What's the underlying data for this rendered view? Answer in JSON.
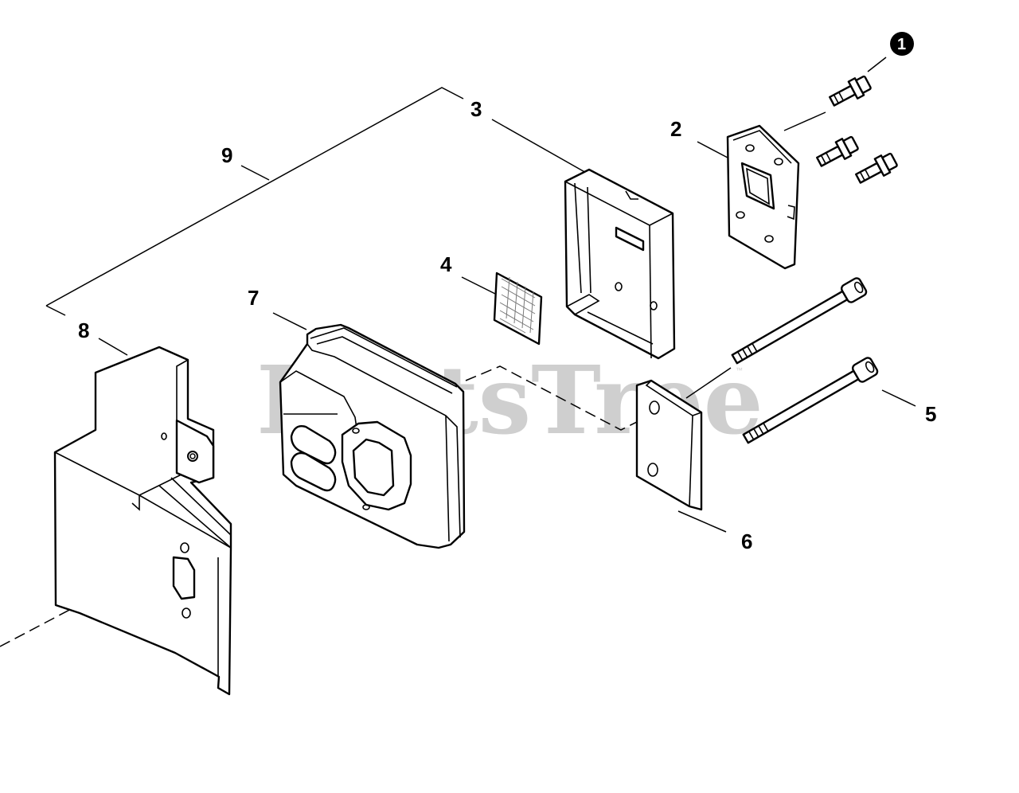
{
  "watermark": {
    "text": "PartsTree",
    "trademark": "™"
  },
  "callout": {
    "number": "1"
  },
  "labels": {
    "item_2": "2",
    "item_3": "3",
    "item_4": "4",
    "item_5": "5",
    "item_6": "6",
    "item_7": "7",
    "item_8": "8",
    "item_9": "9"
  }
}
